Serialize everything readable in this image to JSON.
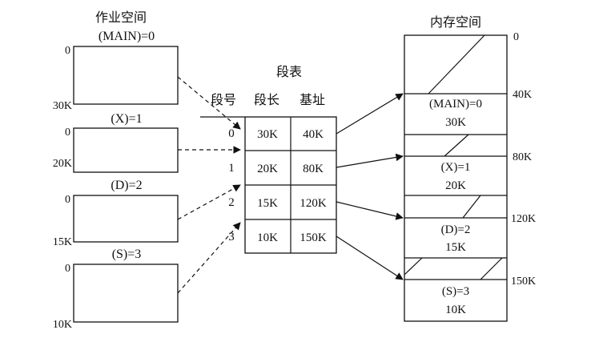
{
  "job_space": {
    "title": "作业空间",
    "segments": [
      {
        "name": "(MAIN)=0",
        "start": "0",
        "end": "30K"
      },
      {
        "name": "(X)=1",
        "start": "0",
        "end": "20K"
      },
      {
        "name": "(D)=2",
        "start": "0",
        "end": "15K"
      },
      {
        "name": "(S)=3",
        "start": "0",
        "end": "10K"
      }
    ]
  },
  "segment_table": {
    "title": "段表",
    "headers": [
      "段号",
      "段长",
      "基址"
    ],
    "rows": [
      {
        "index": "0",
        "length": "30K",
        "base": "40K"
      },
      {
        "index": "1",
        "length": "20K",
        "base": "80K"
      },
      {
        "index": "2",
        "length": "15K",
        "base": "120K"
      },
      {
        "index": "3",
        "length": "10K",
        "base": "150K"
      }
    ]
  },
  "memory_space": {
    "title": "内存空间",
    "addresses": [
      "0",
      "40K",
      "80K",
      "120K",
      "150K"
    ],
    "blocks": [
      {
        "name": "(MAIN)=0",
        "size": "30K"
      },
      {
        "name": "(X)=1",
        "size": "20K"
      },
      {
        "name": "(D)=2",
        "size": "15K"
      },
      {
        "name": "(S)=3",
        "size": "10K"
      }
    ]
  }
}
